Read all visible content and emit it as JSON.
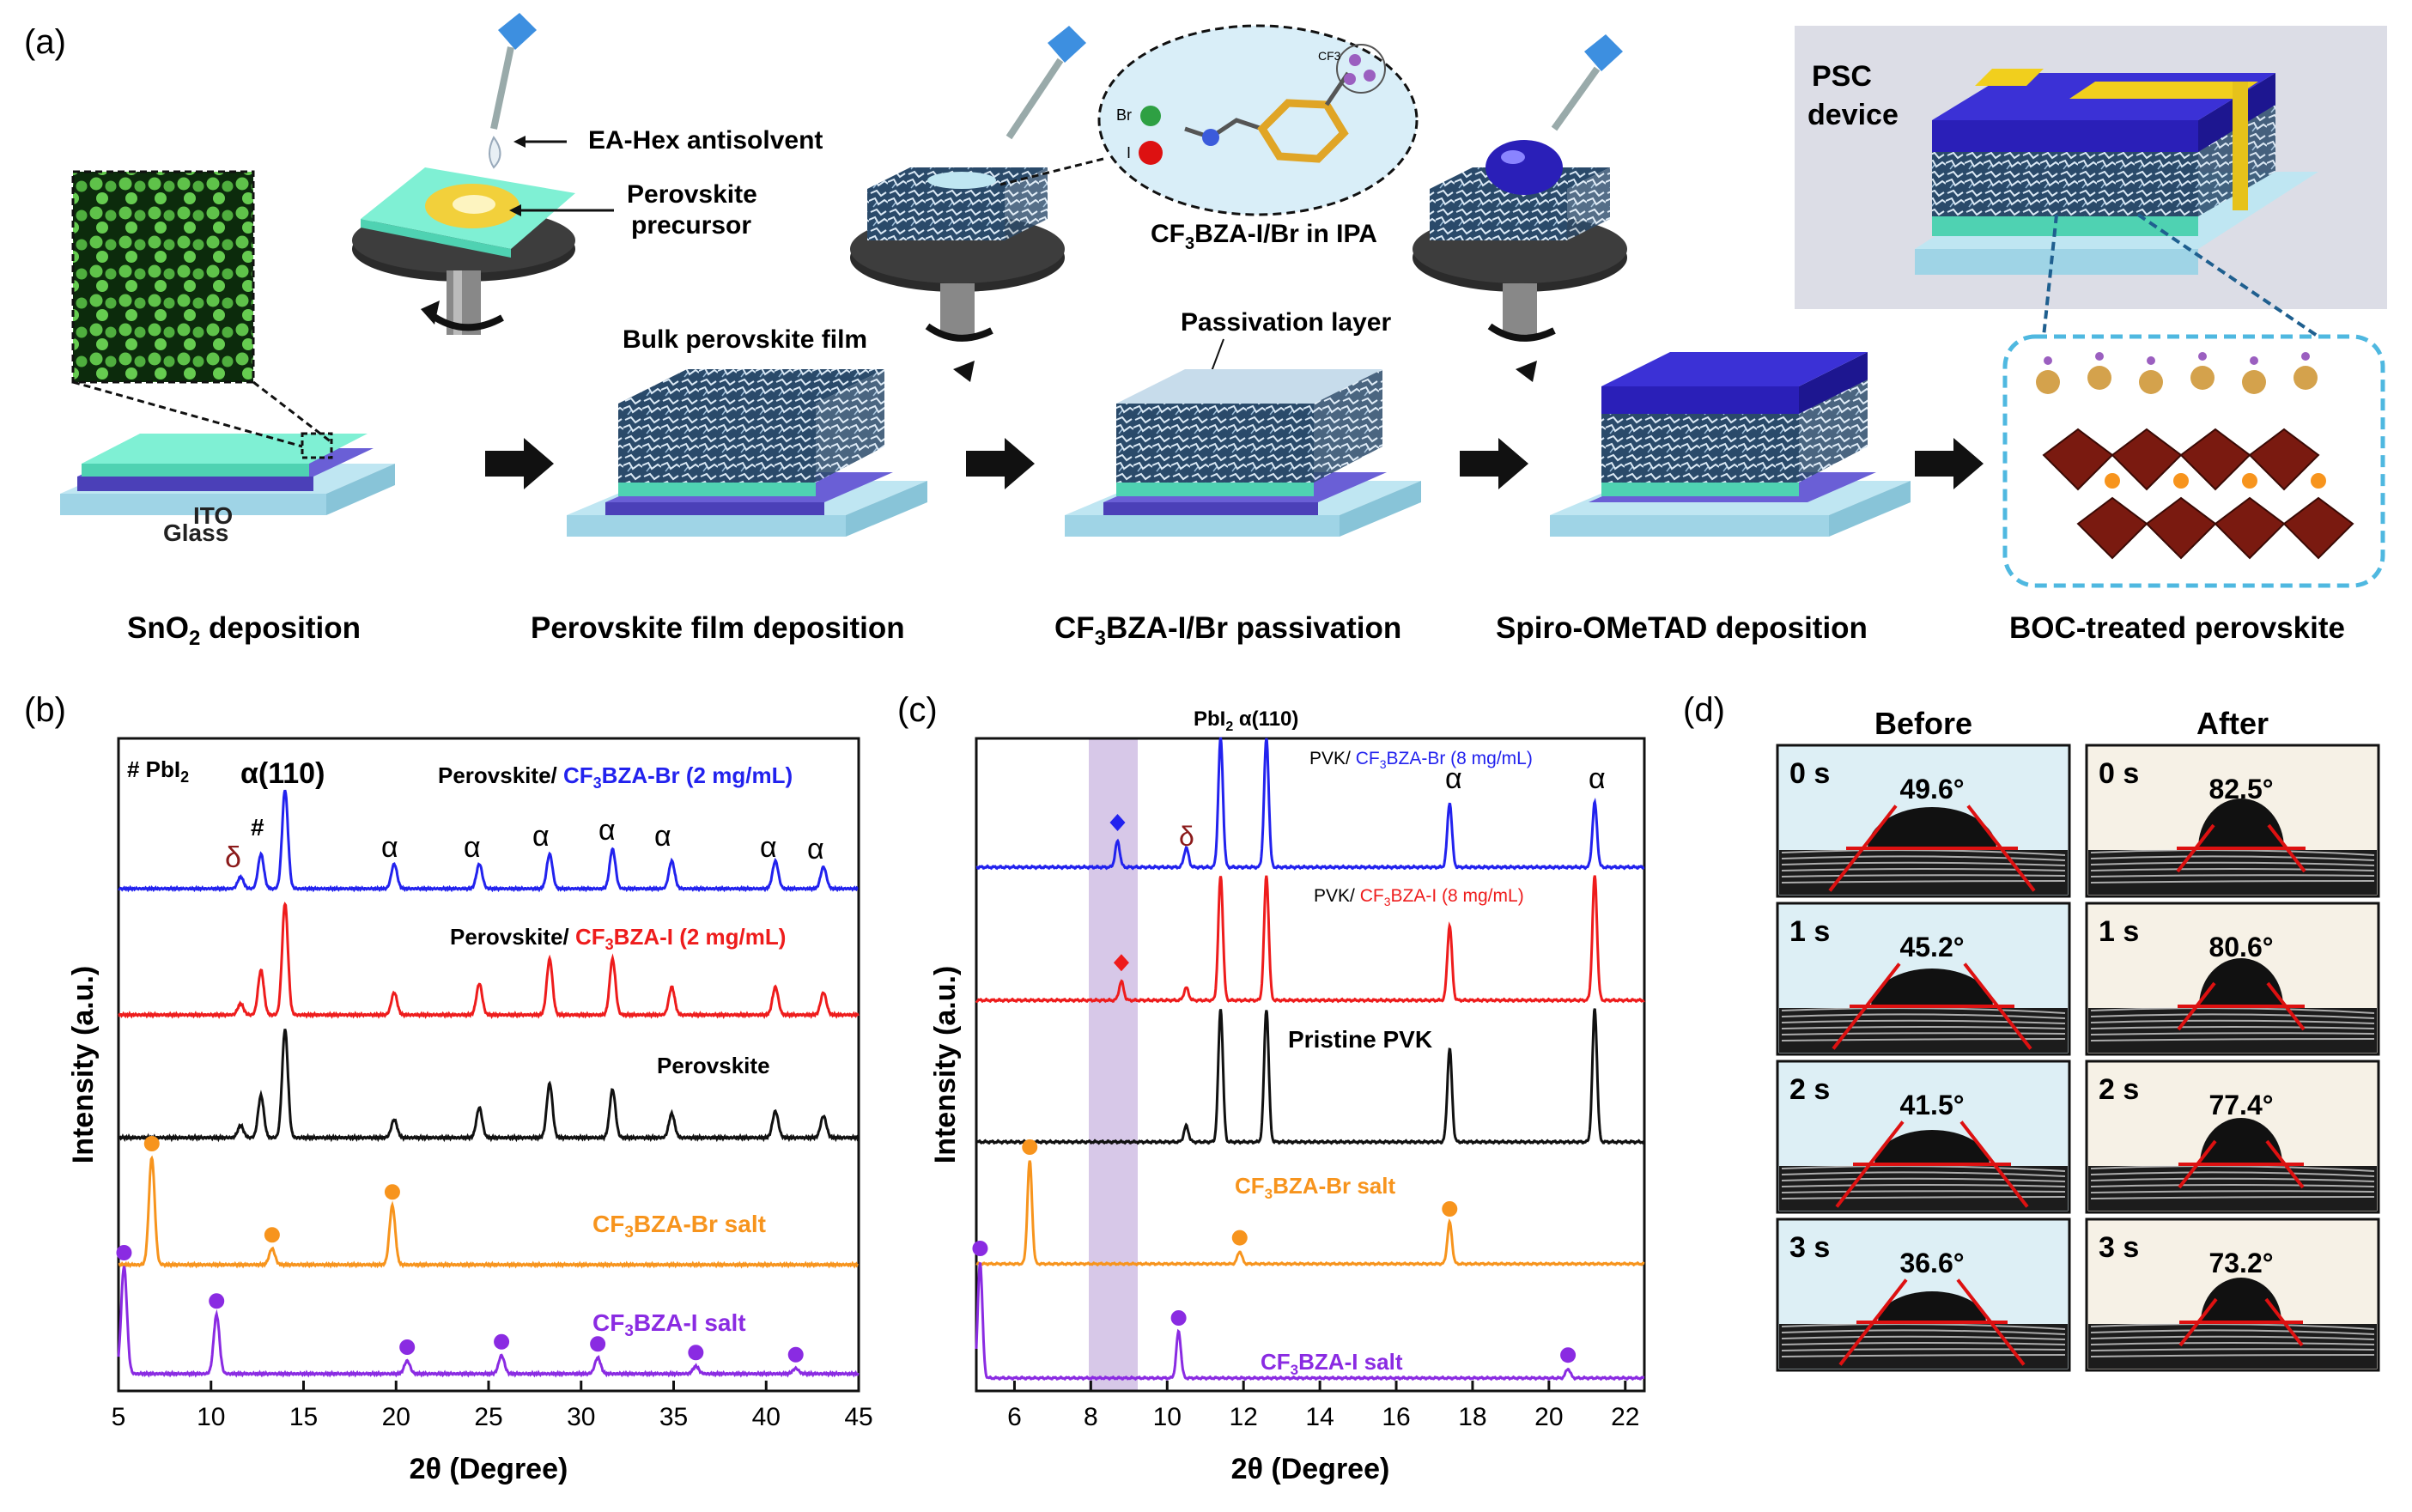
{
  "panel_a": {
    "letter": "(a)",
    "label_ea_hex": "EA-Hex antisolvent",
    "label_precursor_1": "Perovskite",
    "label_precursor_2": "precursor",
    "label_bulk": "Bulk perovskite film",
    "label_br": "Br",
    "label_i": "I",
    "label_cf3": "CF3",
    "label_ipa_pre": "CF",
    "label_ipa_sub": "3",
    "label_ipa_post": "BZA-I/Br in IPA",
    "label_passivation_layer": "Passivation layer",
    "label_psc_1": "PSC",
    "label_psc_2": "device",
    "label_ito": "ITO",
    "label_glass": "Glass",
    "step1_pre": "SnO",
    "step1_sub": "2",
    "step1_post": " deposition",
    "step2": "Perovskite  film deposition",
    "step3_pre": "CF",
    "step3_sub": "3",
    "step3_post": "BZA-I/Br  passivation",
    "step4": "Spiro-OMeTAD  deposition",
    "step5": "BOC-treated perovskite"
  },
  "colors": {
    "blue": "#2222ee",
    "red": "#ee1c1c",
    "black": "#111111",
    "orange": "#f7941d",
    "purple": "#8a2be2",
    "band": "#c9b5e0",
    "delta": "#8b1a1a",
    "pedestal": "#8ff0d0",
    "ito": "#6a5fd6",
    "glass": "#bfe6f2",
    "spiro": "#2a1fb8"
  },
  "panel_b": {
    "letter": "(b)",
    "legend_hash": "# PbI",
    "legend_hash_sub": "2",
    "peak_label_alpha": "α(110)",
    "delta": "δ",
    "hash": "#",
    "alpha": "α",
    "s1_pre": "Perovskite/ ",
    "s1_colored_pre": "CF",
    "s1_sub": "3",
    "s1_colored_post": "BZA-Br (2 mg/mL)",
    "s2_pre": "Perovskite/ ",
    "s2_colored_pre": "CF",
    "s2_sub": "3",
    "s2_colored_post": "BZA-I (2 mg/mL)",
    "s3": "Perovskite",
    "s4_pre": "CF",
    "s4_sub": "3",
    "s4_post": "BZA-Br salt",
    "s5_pre": "CF",
    "s5_sub": "3",
    "s5_post": "BZA-I salt",
    "xlabel": "2θ (Degree)",
    "ylabel": "Intensity (a.u.)",
    "xticks": [
      "5",
      "10",
      "15",
      "20",
      "25",
      "30",
      "35",
      "40",
      "45"
    ]
  },
  "panel_c": {
    "letter": "(c)",
    "top_pre": "PbI",
    "top_sub": "2",
    "top_post": " α(110)",
    "delta": "δ",
    "alpha": "α",
    "s1_pre": "PVK/ ",
    "s1_colored_pre": "CF",
    "s1_sub": "3",
    "s1_colored_post": "BZA-Br (8 mg/mL)",
    "s2_pre": "PVK/ ",
    "s2_colored_pre": "CF",
    "s2_sub": "3",
    "s2_colored_post": "BZA-I (8 mg/mL)",
    "s3": "Pristine PVK",
    "s4_pre": "CF",
    "s4_sub": "3",
    "s4_post": "BZA-Br salt",
    "s5_pre": "CF",
    "s5_sub": "3",
    "s5_post": "BZA-I salt",
    "xlabel": "2θ (Degree)",
    "ylabel": "Intensity (a.u.)",
    "xticks": [
      "6",
      "8",
      "10",
      "12",
      "14",
      "16",
      "18",
      "20",
      "22"
    ]
  },
  "panel_d": {
    "letter": "(d)",
    "before": "Before",
    "after": "After",
    "before_times": [
      "0 s",
      "1 s",
      "2 s",
      "3 s"
    ],
    "before_angles": [
      "49.6°",
      "45.2°",
      "41.5°",
      "36.6°"
    ],
    "after_times": [
      "0 s",
      "1 s",
      "2 s",
      "3 s"
    ],
    "after_angles": [
      "82.5°",
      "80.6°",
      "77.4°",
      "73.2°"
    ]
  },
  "chart_data": [
    {
      "type": "line",
      "panel": "b",
      "xlabel": "2θ (Degree)",
      "ylabel": "Intensity (a.u.)",
      "xlim": [
        5,
        45
      ],
      "series": [
        {
          "name": "Perovskite/ CF3BZA-Br (2 mg/mL)",
          "peaks": [
            [
              11.6,
              0.12
            ],
            [
              12.7,
              0.35
            ],
            [
              14.0,
              1.0
            ],
            [
              19.9,
              0.25
            ],
            [
              24.5,
              0.25
            ],
            [
              28.3,
              0.35
            ],
            [
              31.7,
              0.4
            ],
            [
              34.9,
              0.28
            ],
            [
              40.5,
              0.28
            ],
            [
              43.1,
              0.22
            ]
          ]
        },
        {
          "name": "Perovskite/ CF3BZA-I (2 mg/mL)",
          "peaks": [
            [
              11.6,
              0.1
            ],
            [
              12.7,
              0.4
            ],
            [
              14.0,
              1.0
            ],
            [
              19.9,
              0.2
            ],
            [
              24.5,
              0.28
            ],
            [
              28.3,
              0.5
            ],
            [
              31.7,
              0.5
            ],
            [
              34.9,
              0.25
            ],
            [
              40.5,
              0.25
            ],
            [
              43.1,
              0.2
            ]
          ]
        },
        {
          "name": "Perovskite",
          "peaks": [
            [
              11.6,
              0.1
            ],
            [
              12.7,
              0.35
            ],
            [
              14.0,
              0.9
            ],
            [
              19.9,
              0.15
            ],
            [
              24.5,
              0.25
            ],
            [
              28.3,
              0.45
            ],
            [
              31.7,
              0.4
            ],
            [
              34.9,
              0.2
            ],
            [
              40.5,
              0.22
            ],
            [
              43.1,
              0.18
            ]
          ]
        },
        {
          "name": "CF3BZA-Br salt",
          "peaks": [
            [
              6.8,
              1.0
            ],
            [
              13.3,
              0.15
            ],
            [
              19.8,
              0.55
            ]
          ]
        },
        {
          "name": "CF3BZA-I salt",
          "peaks": [
            [
              5.3,
              1.0
            ],
            [
              10.3,
              0.55
            ],
            [
              20.6,
              0.12
            ],
            [
              25.7,
              0.17
            ],
            [
              30.9,
              0.15
            ],
            [
              36.2,
              0.07
            ],
            [
              41.6,
              0.05
            ]
          ]
        }
      ]
    },
    {
      "type": "line",
      "panel": "c",
      "xlabel": "2θ (Degree)",
      "ylabel": "Intensity (a.u.)",
      "xlim": [
        5,
        22.5
      ],
      "series": [
        {
          "name": "PVK/ CF3BZA-Br (8 mg/mL)",
          "peaks": [
            [
              8.7,
              0.2
            ],
            [
              10.5,
              0.15
            ],
            [
              11.4,
              1.0
            ],
            [
              12.6,
              1.0
            ],
            [
              17.4,
              0.5
            ],
            [
              21.2,
              0.5
            ]
          ]
        },
        {
          "name": "PVK/ CF3BZA-I (8 mg/mL)",
          "peaks": [
            [
              8.8,
              0.15
            ],
            [
              10.5,
              0.1
            ],
            [
              11.4,
              1.0
            ],
            [
              12.6,
              1.0
            ],
            [
              17.4,
              0.6
            ],
            [
              21.2,
              1.0
            ]
          ]
        },
        {
          "name": "Pristine PVK",
          "peaks": [
            [
              10.5,
              0.12
            ],
            [
              11.4,
              1.0
            ],
            [
              12.6,
              1.0
            ],
            [
              17.4,
              0.7
            ],
            [
              21.2,
              1.0
            ]
          ]
        },
        {
          "name": "CF3BZA-Br salt",
          "peaks": [
            [
              6.4,
              1.0
            ],
            [
              11.9,
              0.12
            ],
            [
              17.4,
              0.4
            ]
          ]
        },
        {
          "name": "CF3BZA-I salt",
          "peaks": [
            [
              5.1,
              1.0
            ],
            [
              10.3,
              0.4
            ],
            [
              20.5,
              0.08
            ]
          ]
        }
      ]
    }
  ]
}
